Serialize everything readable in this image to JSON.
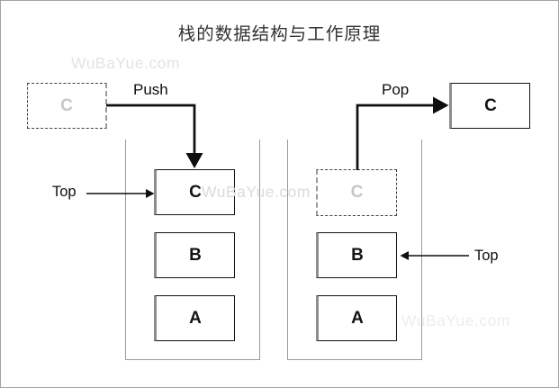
{
  "title": "栈的数据结构与工作原理",
  "watermarks": {
    "top_left": "WuBaYue.com",
    "middle": "WuBaYue.com",
    "bottom_right": "WuBaYue.com"
  },
  "push": {
    "action_label": "Push",
    "pending_item": "C",
    "top_label": "Top",
    "stack": [
      "C",
      "B",
      "A"
    ]
  },
  "pop": {
    "action_label": "Pop",
    "popped_item": "C",
    "ghost_item": "C",
    "top_label": "Top",
    "stack": [
      "B",
      "A"
    ]
  },
  "colors": {
    "box_border": "#141414",
    "box_edge_accent": "#8d8d8d",
    "container_border": "#9b9b9b",
    "ghost_text": "#c7c7c7",
    "watermark": "#e3e3e3",
    "title_text": "#333333",
    "arrow": "#0e0e0e"
  }
}
